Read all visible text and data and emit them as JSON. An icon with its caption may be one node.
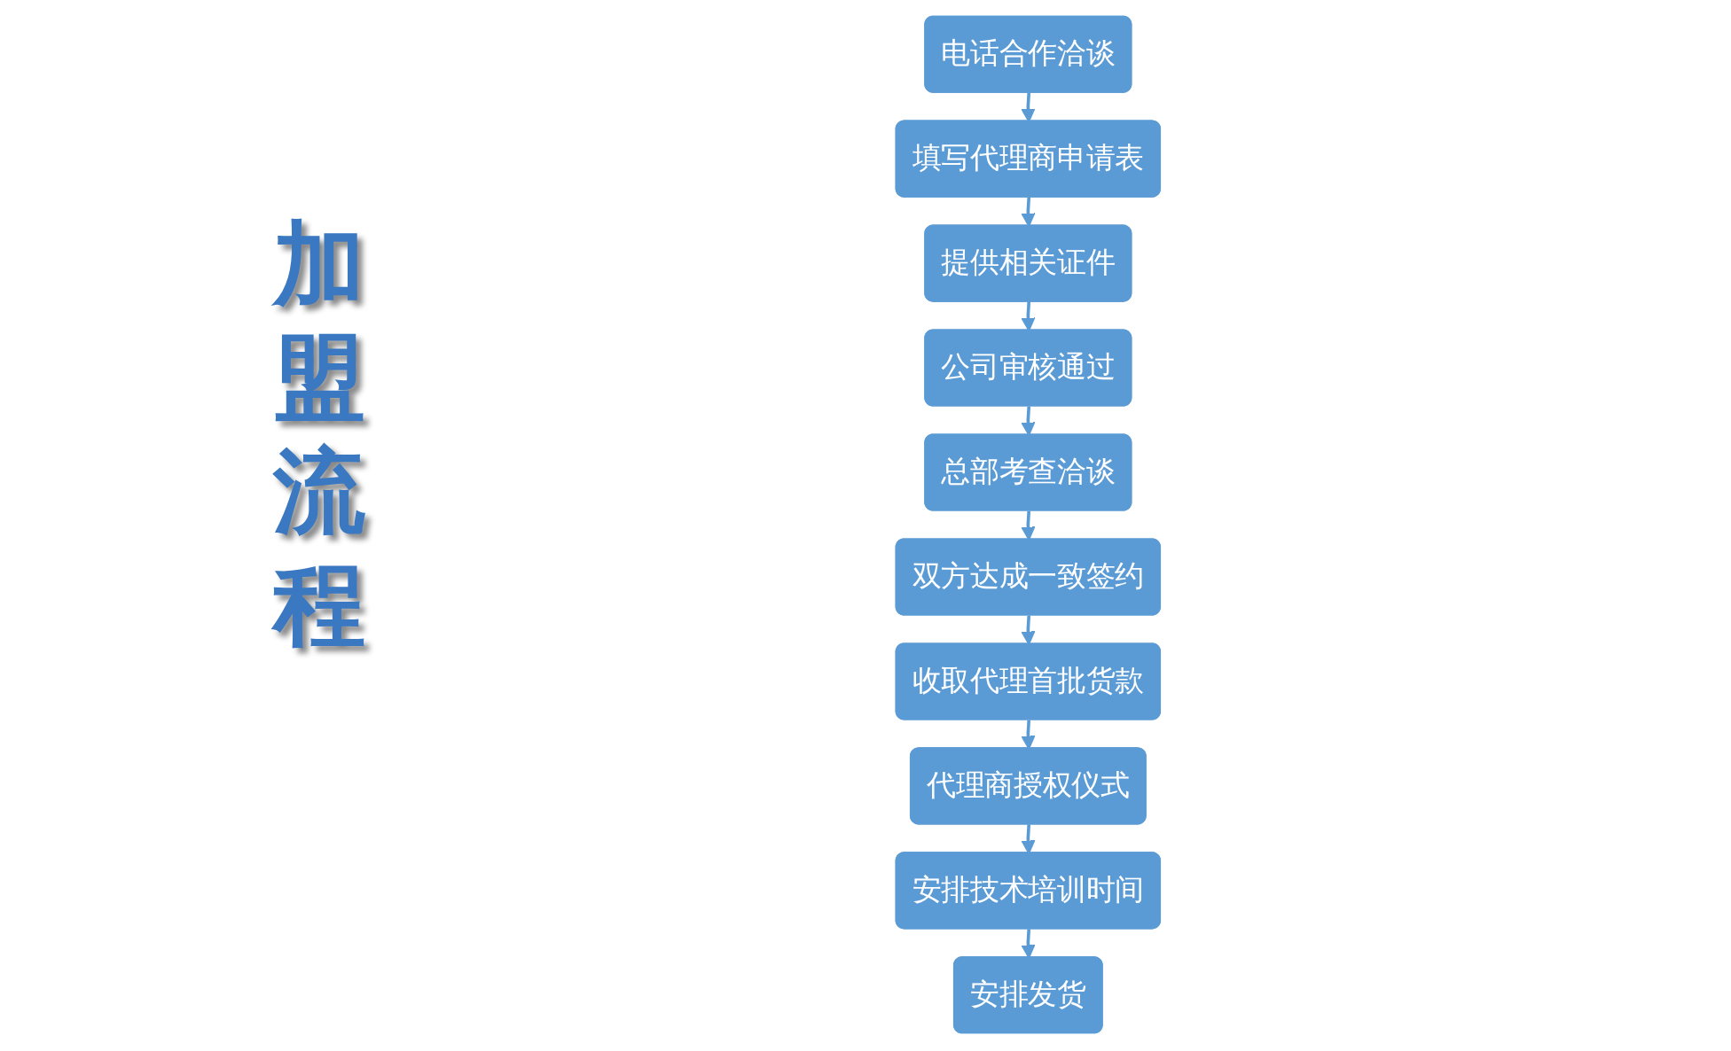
{
  "diagram": {
    "title": "加盟流程",
    "nodes": [
      {
        "text": [
          "电话合作洽谈"
        ]
      },
      {
        "text": [
          "填写代理商申请表"
        ]
      },
      {
        "text": [
          "提供相关证件"
        ]
      },
      {
        "text": [
          "公司审核通过"
        ]
      },
      {
        "text": [
          "总部考查洽谈"
        ]
      },
      {
        "text": [
          "双方达成一致签约"
        ]
      },
      {
        "text": [
          "收取代理首批货款"
        ]
      },
      {
        "text": [
          "代理商授权仪式"
        ]
      },
      {
        "text": [
          "安排技术培训时间"
        ]
      },
      {
        "text": [
          "安排发货"
        ]
      }
    ],
    "edges": [
      {
        "from": 0,
        "to": 1,
        "arrow": "to"
      },
      {
        "from": 1,
        "to": 2,
        "arrow": "to"
      },
      {
        "from": 2,
        "to": 3,
        "arrow": "to"
      },
      {
        "from": 3,
        "to": 4,
        "arrow": "to"
      },
      {
        "from": 4,
        "to": 5,
        "arrow": "to"
      },
      {
        "from": 5,
        "to": 6,
        "arrow": "to"
      },
      {
        "from": 6,
        "to": 7,
        "arrow": "to"
      },
      {
        "from": 7,
        "to": 8,
        "arrow": "to"
      },
      {
        "from": 8,
        "to": 9,
        "arrow": "to"
      }
    ]
  }
}
